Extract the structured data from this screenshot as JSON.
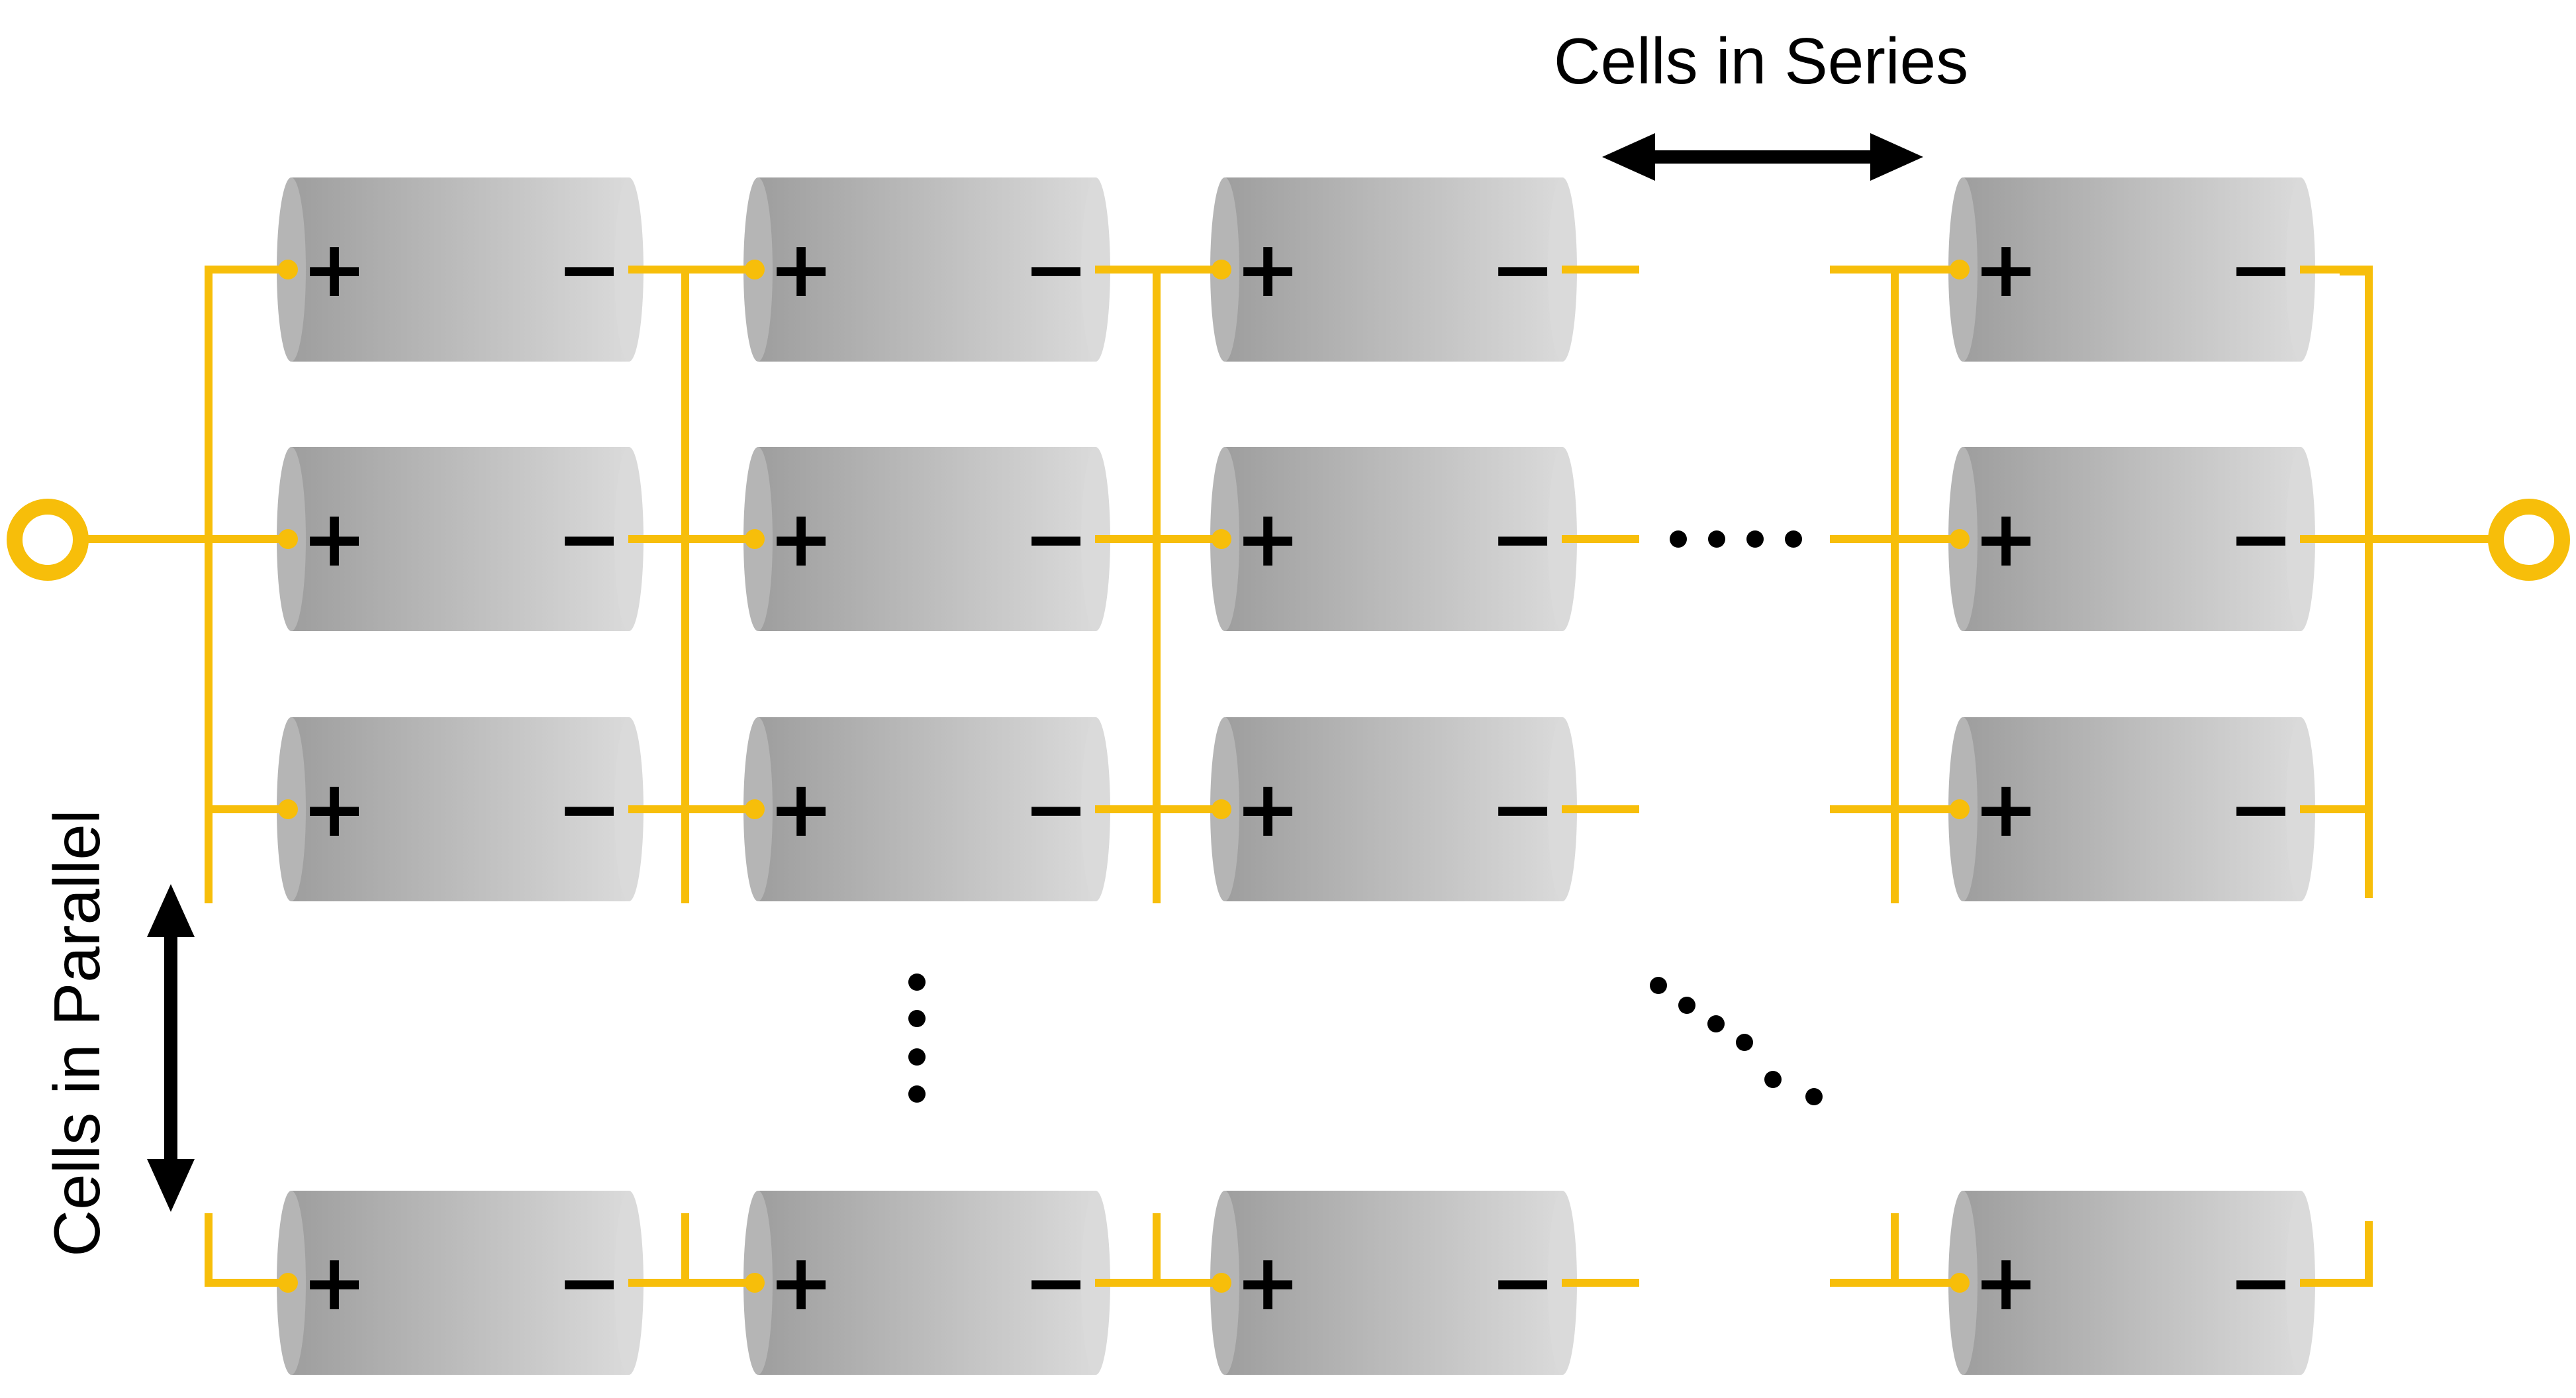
{
  "labels": {
    "series": "Cells in Series",
    "parallel": "Cells in Parallel"
  },
  "terminals": {
    "positive": "+",
    "negative": "−"
  },
  "grid": {
    "shown_columns": 4,
    "shown_rows": 4,
    "series_ellipsis_after_column": 3,
    "parallel_ellipsis_after_row": 3
  },
  "icons": {
    "series_arrow": "double-headed-horizontal-arrow",
    "parallel_arrow": "double-headed-vertical-arrow",
    "pack_terminal": "ring-terminal"
  },
  "colors": {
    "wire": "#F7BE0A",
    "cell_dark": "#9E9E9E",
    "cell_light": "#DADADA",
    "arrow": "#000000",
    "text": "#000000"
  }
}
